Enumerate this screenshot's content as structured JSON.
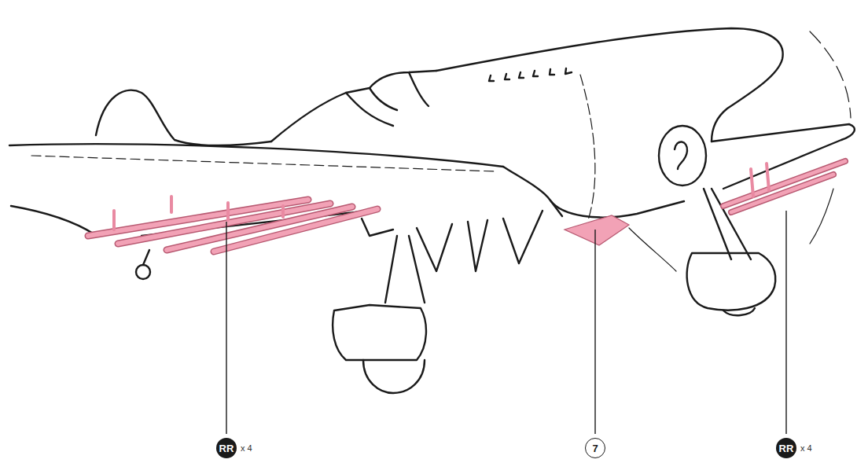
{
  "diagram": {
    "nodes": [
      {
        "text": [
          "RR",
          "x 4"
        ]
      },
      {
        "text": [
          "7"
        ]
      },
      {
        "text": [
          "RR",
          "x 4"
        ]
      }
    ]
  }
}
